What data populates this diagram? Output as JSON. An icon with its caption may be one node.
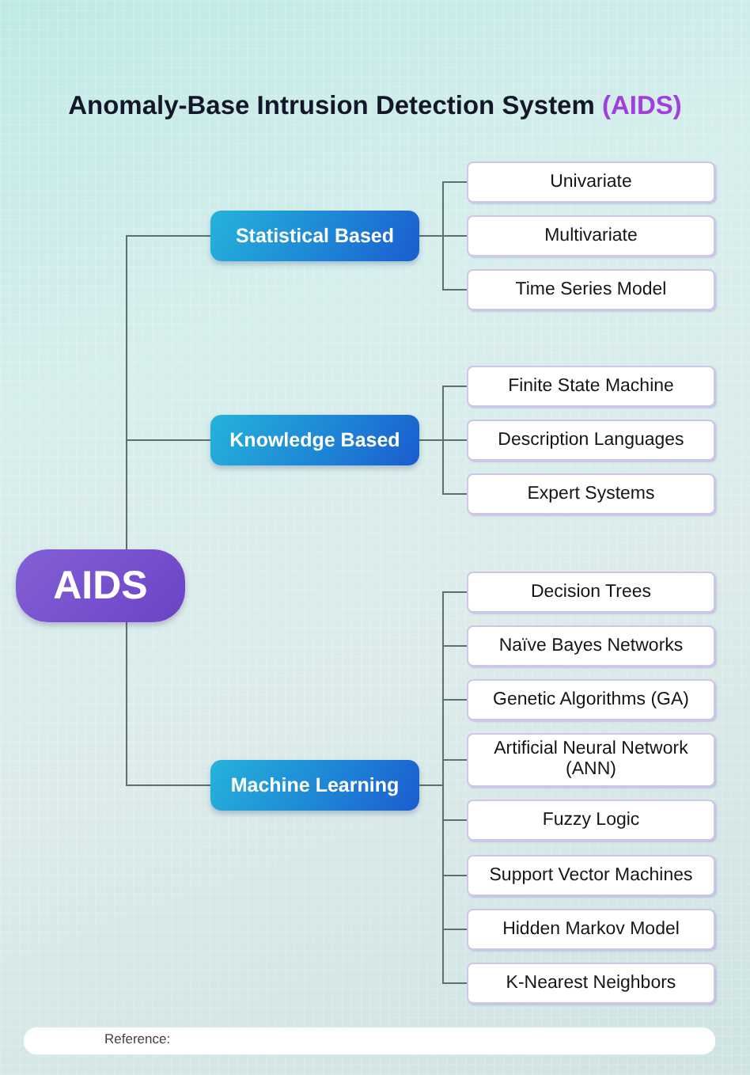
{
  "diagram": {
    "title": "Anomaly-Base Intrusion Detection System **(AIDS)**",
    "nodes": [
      {
        "text": [
          "AIDS"
        ]
      },
      {
        "text": [
          "Statistical Based"
        ]
      },
      {
        "text": [
          "Univariate"
        ]
      },
      {
        "text": [
          "Multivariate"
        ]
      },
      {
        "text": [
          "Time Series Model"
        ]
      },
      {
        "text": [
          "Knowledge Based"
        ]
      },
      {
        "text": [
          "Finite State Machine"
        ]
      },
      {
        "text": [
          "Description Languages"
        ]
      },
      {
        "text": [
          "Expert Systems"
        ]
      },
      {
        "text": [
          "Machine Learning"
        ]
      },
      {
        "text": [
          "Decision Trees"
        ]
      },
      {
        "text": [
          "Naïve Bayes Networks"
        ]
      },
      {
        "text": [
          "Genetic Algorithms (GA)"
        ]
      },
      {
        "text": [
          "Artificial Neural Network (ANN)"
        ]
      },
      {
        "text": [
          "Fuzzy Logic"
        ]
      },
      {
        "text": [
          "Support Vector Machines"
        ]
      },
      {
        "text": [
          "Hidden Markov Model"
        ]
      },
      {
        "text": [
          "K-Nearest Neighbors"
        ]
      }
    ],
    "edges": [
      {
        "from": 0,
        "to": 1,
        "arrow": "none"
      },
      {
        "from": 0,
        "to": 5,
        "arrow": "none"
      },
      {
        "from": 0,
        "to": 9,
        "arrow": "none"
      },
      {
        "from": 1,
        "to": 2,
        "arrow": "none"
      },
      {
        "from": 1,
        "to": 3,
        "arrow": "none"
      },
      {
        "from": 1,
        "to": 4,
        "arrow": "none"
      },
      {
        "from": 5,
        "to": 6,
        "arrow": "none"
      },
      {
        "from": 5,
        "to": 7,
        "arrow": "none"
      },
      {
        "from": 5,
        "to": 8,
        "arrow": "none"
      },
      {
        "from": 9,
        "to": 10,
        "arrow": "none"
      },
      {
        "from": 9,
        "to": 11,
        "arrow": "none"
      },
      {
        "from": 9,
        "to": 12,
        "arrow": "none"
      },
      {
        "from": 9,
        "to": 13,
        "arrow": "none"
      },
      {
        "from": 9,
        "to": 14,
        "arrow": "none"
      },
      {
        "from": 9,
        "to": 15,
        "arrow": "none"
      },
      {
        "from": 9,
        "to": 16,
        "arrow": "none"
      },
      {
        "from": 9,
        "to": 17,
        "arrow": "none"
      }
    ],
    "labels": [
      "Reference:"
    ]
  }
}
